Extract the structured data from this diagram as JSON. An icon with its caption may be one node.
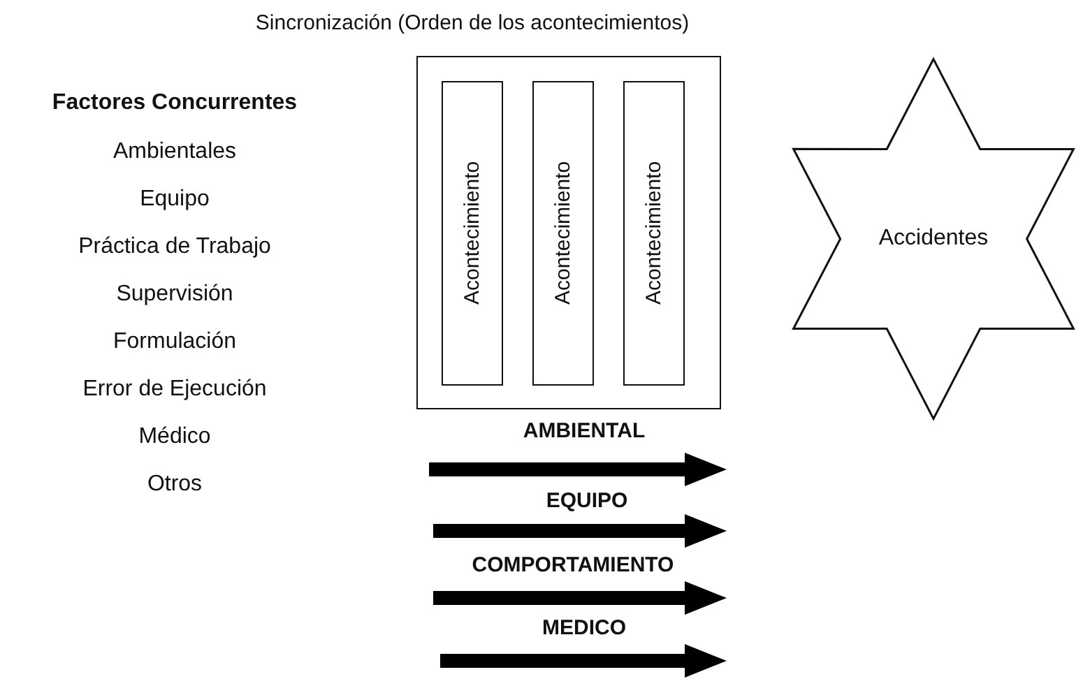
{
  "diagram": {
    "title": "Sincronización (Orden de los acontecimientos)",
    "nodes": [
      {
        "text": [],
        "shape": "box"
      },
      {
        "text": [
          "Acontecimiento"
        ],
        "in": 0
      },
      {
        "text": [
          "Acontecimiento"
        ],
        "in": 0
      },
      {
        "text": [
          "Acontecimiento"
        ],
        "in": 0
      },
      {
        "text": [
          "Accidentes"
        ]
      }
    ],
    "labels": [
      "Factores Concurrentes",
      "Ambientales",
      "Equipo",
      "Práctica de Trabajo",
      "Supervisión",
      "Formulación",
      "Error de Ejecución",
      "Médico",
      "Otros",
      "AMBIENTAL",
      "EQUIPO",
      "COMPORTAMIENTO",
      "MEDICO"
    ]
  }
}
